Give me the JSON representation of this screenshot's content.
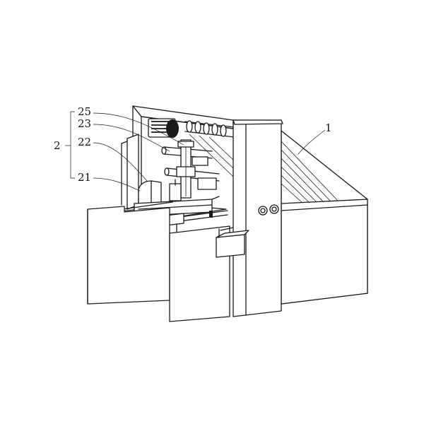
{
  "labels": {
    "part_1": "1",
    "part_2": "2",
    "part_21": "21",
    "part_22": "22",
    "part_23": "23",
    "part_25": "25"
  }
}
